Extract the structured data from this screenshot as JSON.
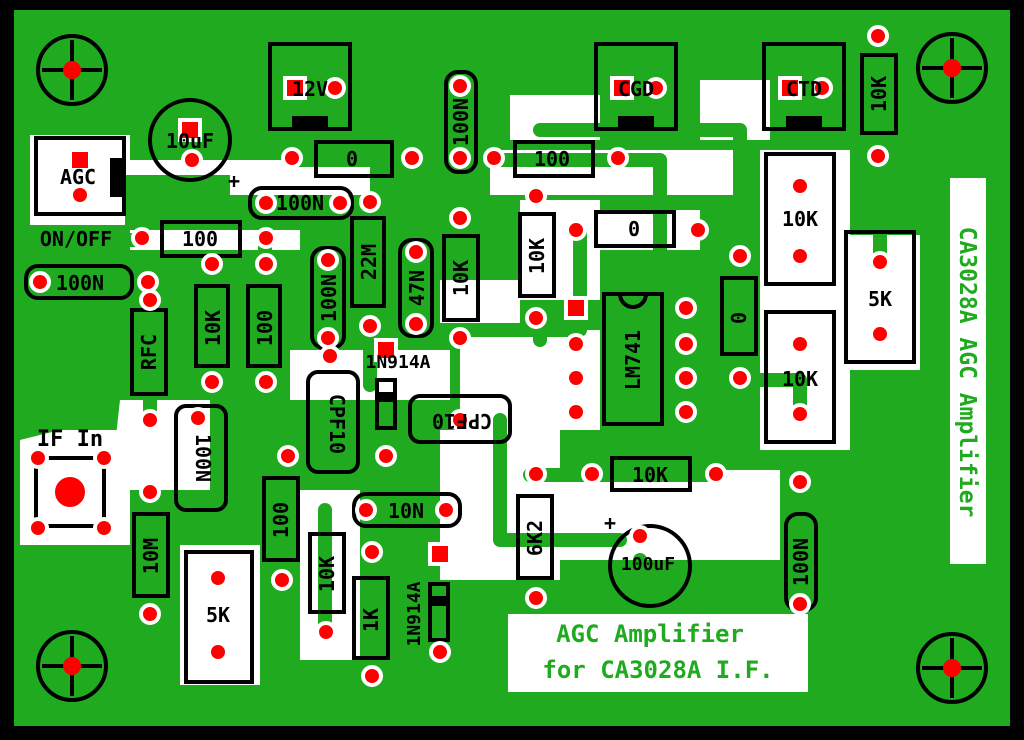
{
  "colors": {
    "board": "#1faa1f",
    "outline": "#000000",
    "copper_free": "#ffffff",
    "pad": "#ff0000",
    "silk": "#000000",
    "label_bg": "#ffffff",
    "title_text": "#1faa1f"
  },
  "board_labels": {
    "title_line1": "AGC Amplifier",
    "title_line2": "for CA3028A I.F.",
    "side_label": "CA3028A AGC Amplifier"
  },
  "components": {
    "c12v": "12V",
    "cgd": "CGD",
    "ctd": "CTD",
    "cap_10uf": "10uF",
    "agc": "AGC",
    "r0_a": "0",
    "c100n_top": "100N",
    "r100_top": "100",
    "r10k_topright": "10K",
    "c100n_mid": "100N",
    "onoff": "ON/OFF",
    "r100_onoff": "100",
    "r10k_a": "10K",
    "r0_b": "0",
    "pot10k_a": "10K",
    "c100n_left": "100N",
    "r22m": "22M",
    "c47n": "47N",
    "r10k_b": "10K",
    "c100n_v": "100N",
    "pot5k_right": "5K",
    "r0_c": "0",
    "rfc": "RFC",
    "r10k_c": "10K",
    "r100_c": "100",
    "d1n914a_top": "1N914A",
    "lm741": "LM741",
    "pot10k_b": "10K",
    "cpf10_v": "CPF10",
    "cpf10_h": "CPF10",
    "c100n_rot": "100N",
    "if_in": "IF In",
    "r10k_d": "10K",
    "r100_d": "100",
    "c10n": "10N",
    "r6k2": "6K2",
    "cap_100uf": "100uF",
    "c100n_br": "100N",
    "r10m": "10M",
    "pot5k_left": "5K",
    "r10k_e": "10K",
    "r1k": "1K",
    "d1n914a_bot": "1N914A"
  }
}
